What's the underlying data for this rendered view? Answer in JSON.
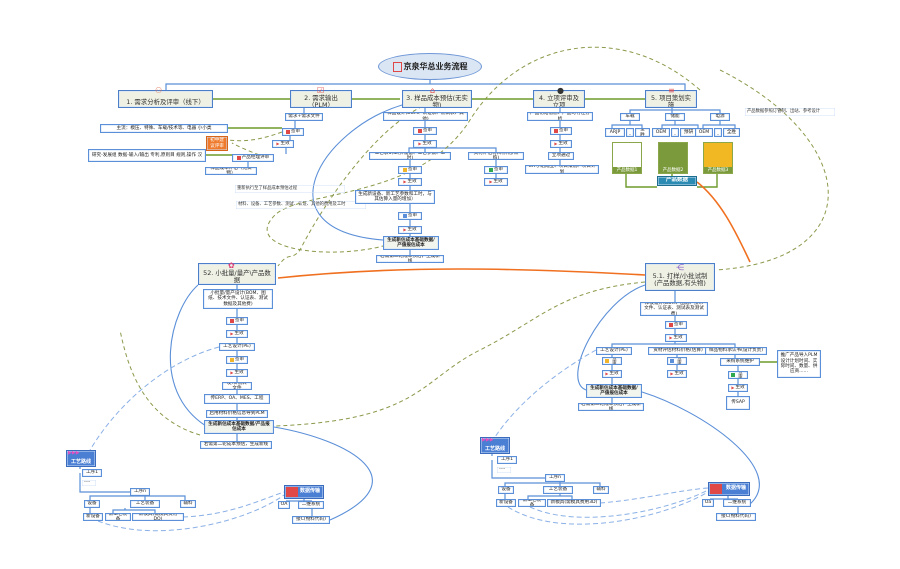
{
  "title": "京泉华总业务流程",
  "nodes": {
    "m1": "1. 需求分析及评审（线下）",
    "m2": "2. 需求输出（PLM）",
    "m3": "3. 样品成本预估(无实物)",
    "m4": "4. 立项评审及立项",
    "m5": "5. 项目策划实施",
    "m2a": "需求+需求文件",
    "m2b": "签审",
    "m2c": "主流：模压、特殊、车载/技术等、电器 小小类",
    "m2d": "初中建议评审",
    "m2e": "生效",
    "m2f": "研究-发展组 数据-输入/输出 专利,原则目 规则,操作 汉",
    "m2g": "产品经理评审",
    "m2h": "样品成本评估（无实物）",
    "t1": "重新执行至了样品成本预估过程",
    "t2": "材料、设备、工艺参数、测试、认证、其他的费用及工时",
    "m3a": "样品设计(BOM、认证表、测试表、其他)",
    "m3b": "签审",
    "m3c": "生效",
    "m3d": "工艺表1(工序/设备、工艺参数、工时)",
    "m3e": "资材评估材料(价格/采购)",
    "m3f": "签审",
    "m3g": "生效",
    "m3h": "签审",
    "m3i": "生效",
    "m3j": "生成新设备、新工艺参数和工时，与其估算入量的增加）",
    "m3k": "签审",
    "m3l": "生效",
    "m3m": "生成新估成本基础数据/产值报估成本",
    "m3n": "若需第二轮成本预估，生成新线",
    "m4a": "产品初始信息、产品可行性分析",
    "m4b": "签审",
    "m4c": "生效",
    "m4d": "立项通过",
    "m4e": "CIT小组成立、项目策划、项目计划",
    "m5a": "车载",
    "m5b": "储能",
    "m5c": "电源",
    "m5d": "ARJP",
    "m5e": "--",
    "m5f": "全胜",
    "m5g": "OEM",
    "m5h": "--",
    "m5i": "预研",
    "m5j": "OEM",
    "m5k": "--",
    "m5l": "全胜",
    "m5m": "产品数据",
    "t3": "产品数据参照订管制、出站、参考设计",
    "p1": "产品数据1",
    "p2": "产品数据2",
    "p3": "产品数据3",
    "s52": "52. 小批量/量产\\产品数据",
    "s52a": "小批量/量产设计(BOM、图纸、技术文件、认证表、测试数据及其他费)",
    "s52b": "签审",
    "s52c": "生效",
    "s52d": "工艺设计(PE)",
    "s52e": "签审",
    "s52f": "生效",
    "s52g": "发布/流转文件",
    "s52h": "传ERP、OA、MES、工程",
    "s52i": "启用材料价格信息导到PLM",
    "s52j": "生成新估成本基础数据/产品报估成本",
    "s52k": "若需第二轮成本预估，生成新线",
    "s51": "5.1. 打样/小批试制 (产品数据,有头物)",
    "s51a": "样板设计(BOM、图纸、技术文件、认证表、测试表及测试费)",
    "s51b": "签审",
    "s51c": "生效",
    "s51d": "工艺设计(PE)",
    "s51e": "资材评估材料价格(估算)",
    "s51f": "样品物料承认书(设计负责)",
    "s51g": "签审",
    "s51h": "生效",
    "s51i": "签审",
    "s51j": "生效",
    "s51k": "采购系统维护",
    "s51l": "推广产品导入PLM设计计划时间、实际时间、数量、供应商......",
    "s51m": "签审",
    "s51n": "生效",
    "s51o": "传SAP",
    "s51p": "生成新估成本基础数据/产值报估成本",
    "s51q": "若需第二轮成本预估，生成新线",
    "L1": "工艺路线",
    "L2": "工序1",
    "L3": "工序n",
    "L4": "设备",
    "L5": "工艺装备",
    "L6": "辅料",
    "L7": "新设备",
    "L8": "新工艺装备",
    "L9": "新模具(需模具费用DO)",
    "L10": "数据传输",
    "L11": "OA",
    "L12": "二维系统",
    "L13": "接C(物料代码)",
    "L14": "----",
    "R1": "工艺路线",
    "R2": "工序1",
    "R3": "工序n",
    "R4": "设备",
    "R5": "工艺装备",
    "R6": "辅料",
    "R7": "新设备",
    "R8": "新工艺装备",
    "R9": "新模具(需模具费用3D)",
    "R10": "数据传输",
    "R11": "Oa",
    "R12": "二维系统",
    "R13": "接C(物料代码)",
    "R14": "----"
  },
  "colors": {
    "node_border": "#5b8fd8",
    "main_fill": "#eef1e4",
    "flow_green": "#6f9a2a",
    "feedback_orange": "#f07020",
    "dashed_olive": "#8a9a4a"
  }
}
